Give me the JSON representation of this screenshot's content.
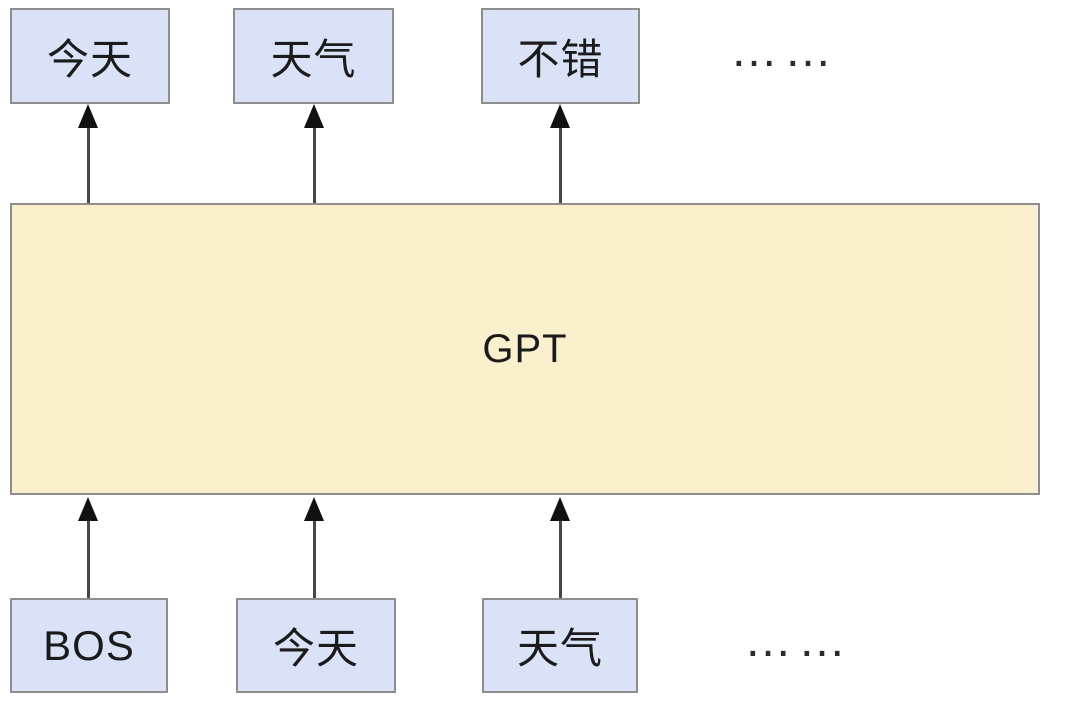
{
  "model": {
    "label": "GPT"
  },
  "outputs": {
    "tokens": [
      {
        "label": "今天"
      },
      {
        "label": "天气"
      },
      {
        "label": "不错"
      }
    ],
    "ellipsis": "……"
  },
  "inputs": {
    "tokens": [
      {
        "label": "BOS"
      },
      {
        "label": "今天"
      },
      {
        "label": "天气"
      }
    ],
    "ellipsis": "……"
  },
  "colors": {
    "token_box_fill": "#d9e2f7",
    "model_box_fill": "#faf0ce",
    "box_border": "#8e8e8e",
    "arrow_shaft": "#474747",
    "arrow_head": "#111111",
    "text": "#1b1b1b",
    "background": "#ffffff"
  }
}
